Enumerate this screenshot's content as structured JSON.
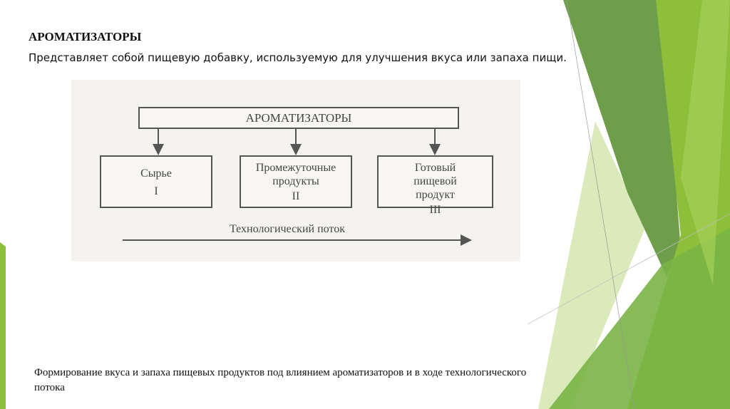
{
  "slide": {
    "title": "АРОМАТИЗАТОРЫ",
    "subtitle": "Представляет собой пищевую добавку, используемую для улучшения вкуса или запаха пищи.",
    "diagram": {
      "root": "АРОМАТИЗАТОРЫ",
      "stages": [
        {
          "label": "Сырье",
          "numeral": "I"
        },
        {
          "label": "Промежуточные продукты",
          "numeral": "II"
        },
        {
          "label": "Готовый пищевой продукт",
          "numeral": "III"
        }
      ],
      "flow_label": "Технологический поток"
    },
    "footer": "Формирование вкуса и запаха пищевых продуктов под влиянием ароматизаторов и в ходе технологического потока"
  },
  "colors": {
    "dark_green": "#6f9e4b",
    "bright_green": "#8dbf3a",
    "light_green": "#d6e8b4",
    "mid_green": "#79b446"
  }
}
